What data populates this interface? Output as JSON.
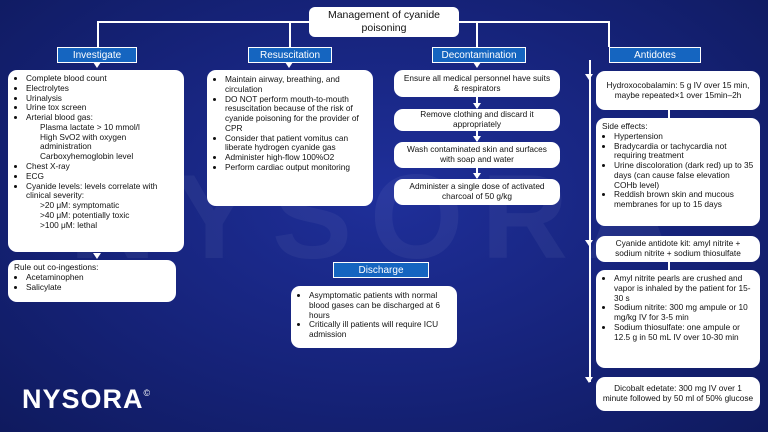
{
  "title": "Management of cyanide poisoning",
  "watermark": "NYSORA",
  "logo": {
    "text": "NYSORA",
    "mark": "©"
  },
  "investigate": {
    "header": "Investigate",
    "tests": [
      "Complete blood count",
      "Electrolytes",
      "Urinalysis",
      "Urine tox screen",
      "Arterial blood gas:"
    ],
    "abg": [
      "Plasma lactate > 10 mmol/l",
      "High SvO2 with oxygen administration",
      "Carboxyhemoglobin level"
    ],
    "tests2": [
      "Chest X-ray",
      "ECG",
      "Cyanide levels: levels correlate with clinical severity:"
    ],
    "levels": [
      ">20 μM: symptomatic",
      ">40 μM: potentially  toxic",
      ">100 μM: lethal"
    ],
    "rule_out_title": "Rule out co-ingestions:",
    "rule_out": [
      "Acetaminophen",
      "Salicylate"
    ]
  },
  "resuscitation": {
    "header": "Resuscitation",
    "items": [
      "Maintain airway, breathing, and circulation",
      "DO NOT perform mouth-to-mouth resuscitation because of the risk of cyanide poisoning for the provider of CPR",
      "Consider that patient vomitus can liberate hydrogen cyanide gas",
      "Administer high-flow 100%O2",
      "Perform cardiac output monitoring"
    ]
  },
  "decontamination": {
    "header": "Decontamination",
    "steps": [
      "Ensure all medical personnel have suits & respirators",
      "Remove clothing and discard it appropriately",
      "Wash contaminated skin and surfaces with soap and water",
      "Administer a single dose of activated charcoal of 50 g/kg"
    ]
  },
  "discharge": {
    "header": "Discharge",
    "items": [
      "Asymptomatic patients with normal blood gases can be discharged at 6 hours",
      "Critically ill patients will require ICU admission"
    ]
  },
  "antidotes": {
    "header": "Antidotes",
    "hydroxo": "Hydroxocobalamin: 5 g IV over 15 min, maybe repeated×1 over 15min–2h",
    "side_title": "Side effects:",
    "side_effects": [
      "Hypertension",
      "Bradycardia or tachycardia not requiring treatment",
      "Urine discoloration (dark red) up to 35 days (can cause false elevation COHb level)",
      "Reddish brown skin and mucous membranes for up to 15 days"
    ],
    "kit": "Cyanide antidote kit: amyl nitrite + sodium nitrite + sodium thiosulfate",
    "kit_items": [
      "Amyl nitrite pearls are crushed and vapor is inhaled by the patient for 15-30 s",
      "Sodium nitrite: 300 mg ampule or 10 mg/kg IV for 3-5 min",
      "Sodium thiosulfate: one ampule or 12.5 g in 50 mL IV over 10-30 min"
    ],
    "dicobalt": "Dicobalt edetate: 300 mg IV over 1 minute followed by 50 ml of 50% glucose"
  }
}
